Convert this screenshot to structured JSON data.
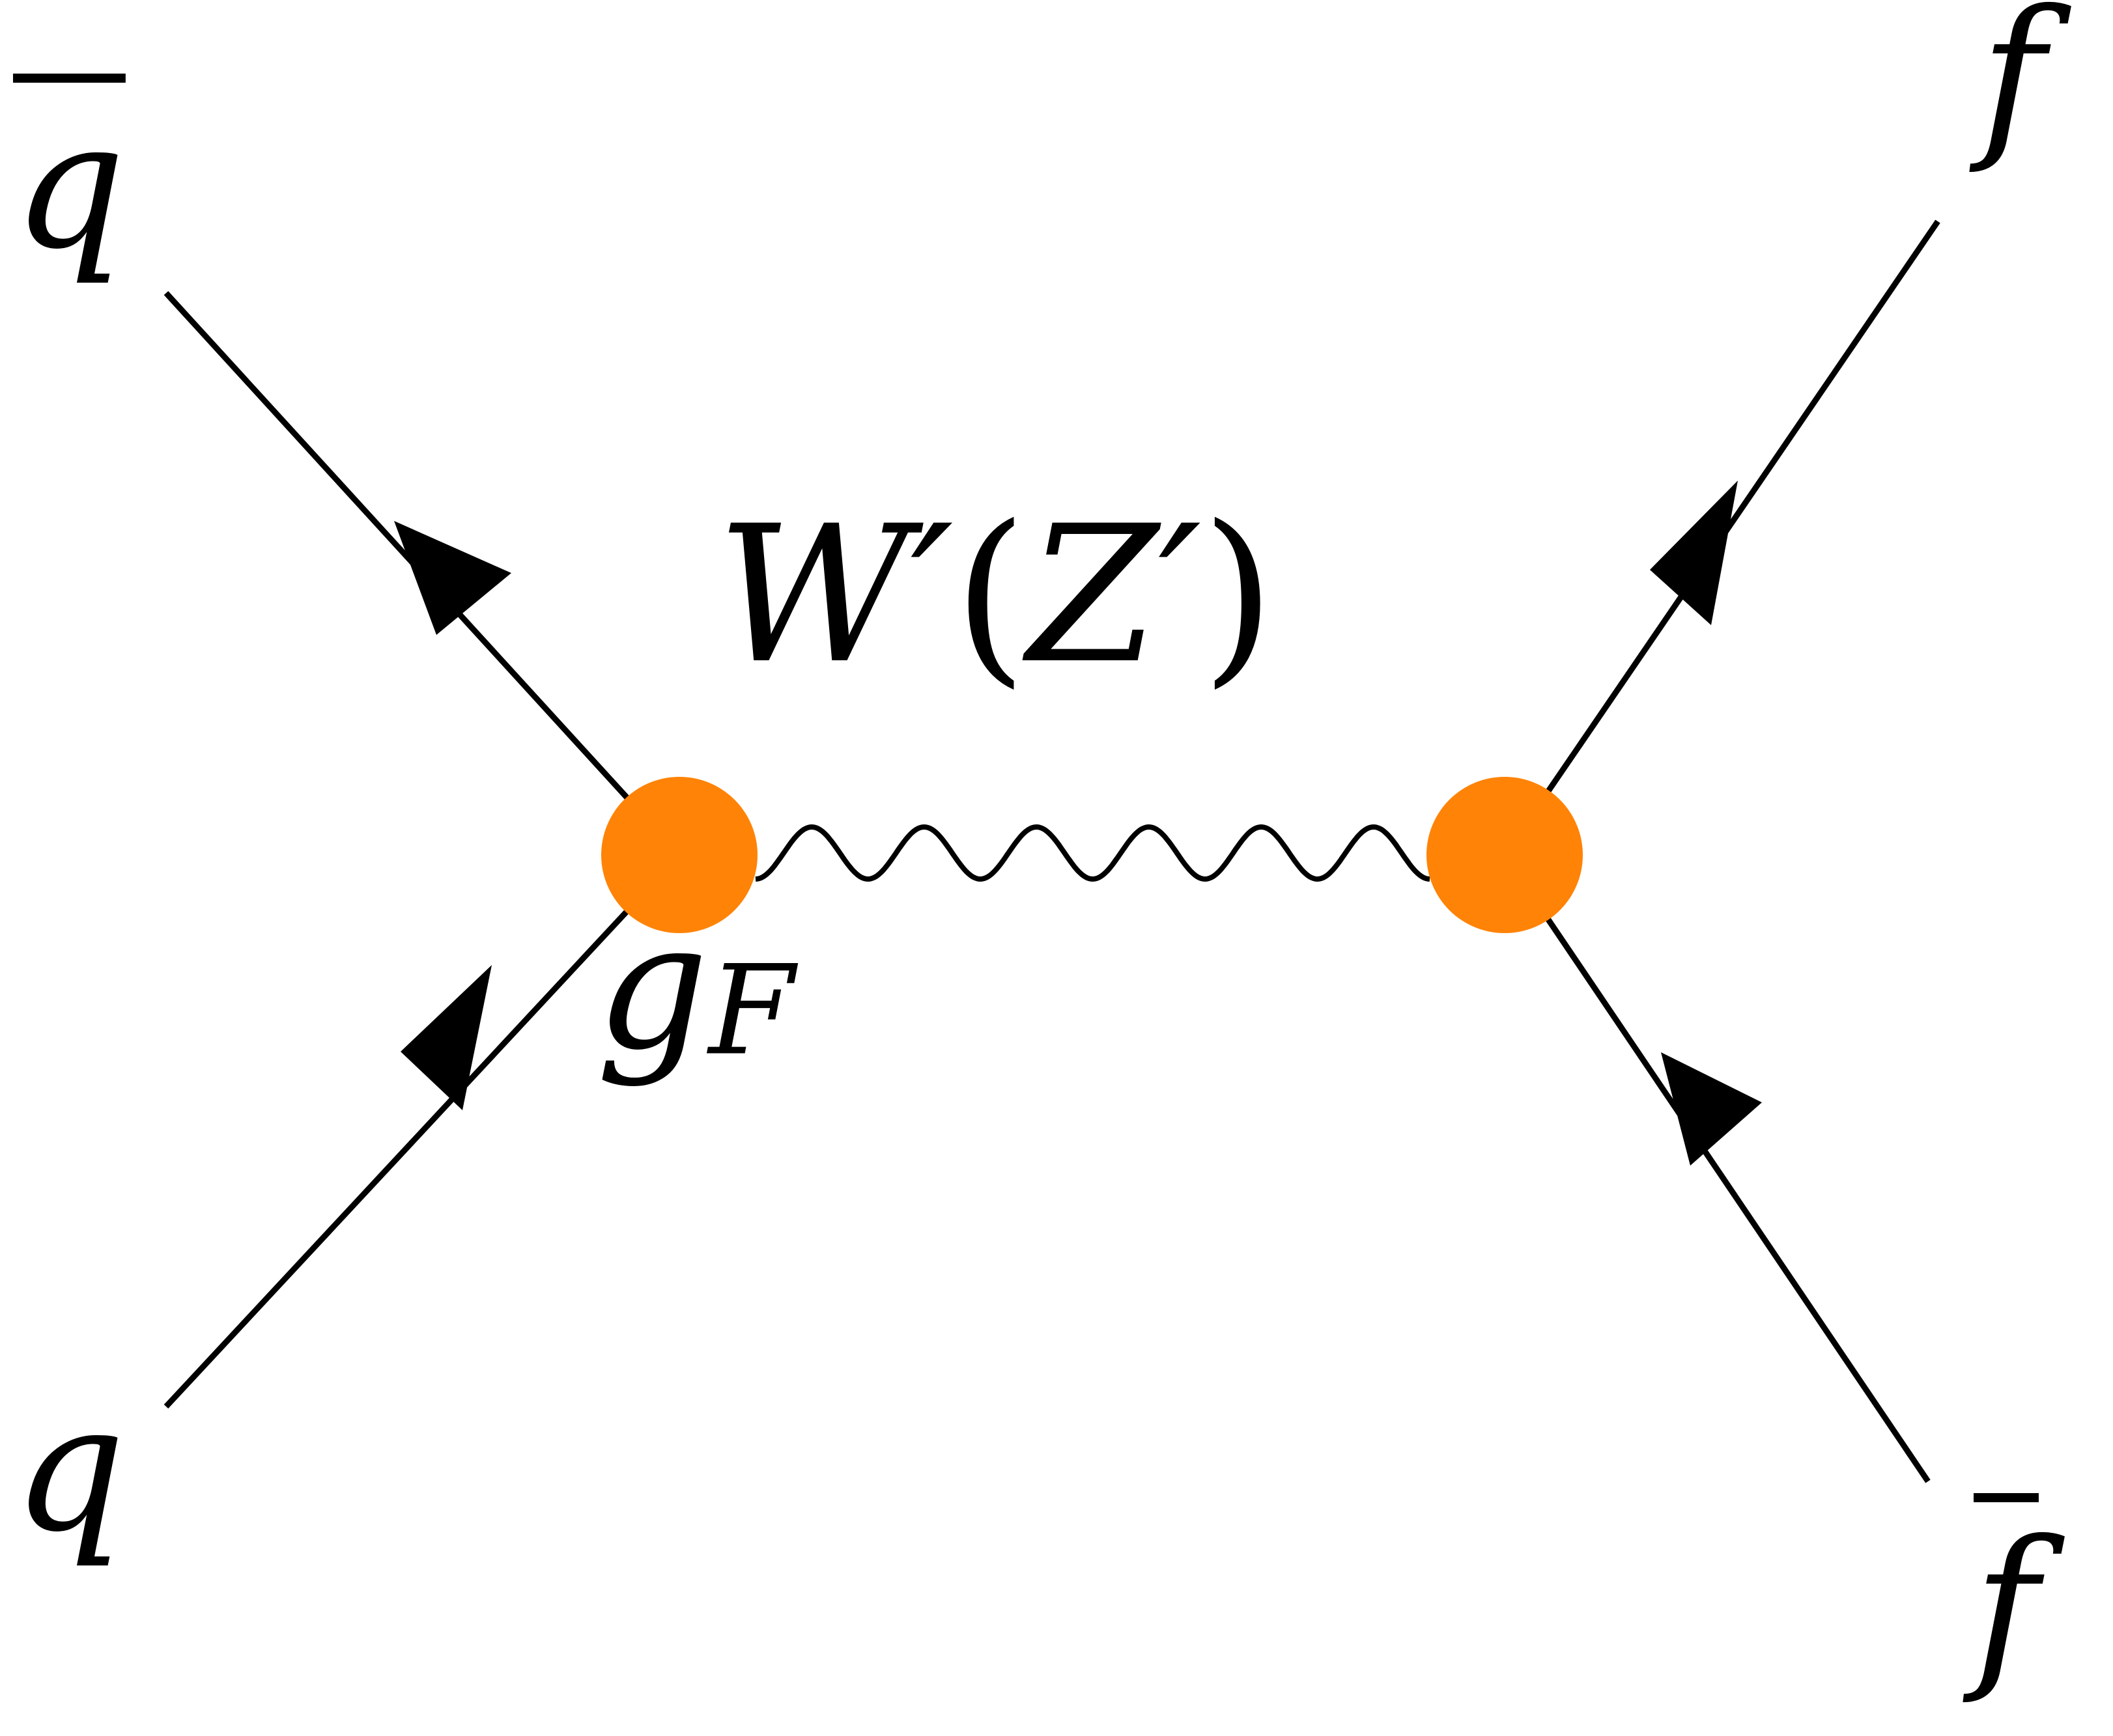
{
  "diagram": {
    "type": "feynman-diagram",
    "process": "s-channel quark-antiquark annihilation to fermion pair",
    "incoming": [
      {
        "name": "q",
        "label": "q",
        "antiparticle": false
      },
      {
        "name": "qbar",
        "label": "q",
        "antiparticle": true
      }
    ],
    "outgoing": [
      {
        "name": "f",
        "label": "f",
        "antiparticle": false
      },
      {
        "name": "fbar",
        "label": "f",
        "antiparticle": true
      }
    ],
    "propagator": {
      "type": "wavy",
      "label_main": "W′",
      "label_paren_open": "(",
      "label_alt": "Z′",
      "label_paren_close": ")"
    },
    "coupling": {
      "symbol": "g",
      "subscript": "F"
    },
    "colors": {
      "vertex": "#FF8307",
      "line": "#000000",
      "background": "#FFFFFF"
    }
  }
}
